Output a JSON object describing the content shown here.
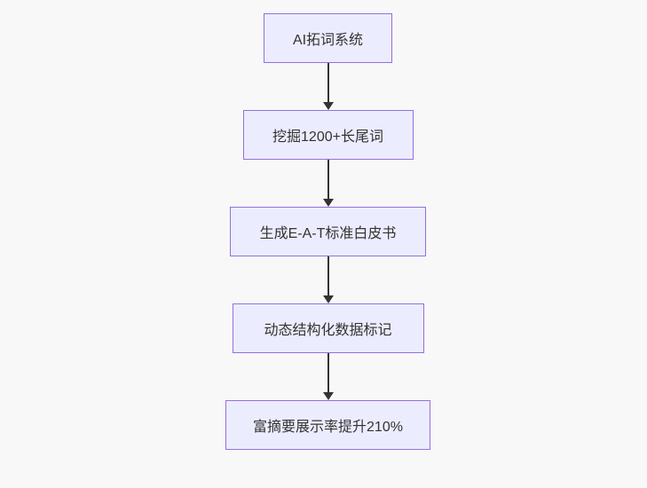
{
  "diagram": {
    "type": "flowchart",
    "direction": "top-down",
    "nodes": [
      {
        "id": "n0",
        "label": "AI拓词系统"
      },
      {
        "id": "n1",
        "label": "挖掘1200+长尾词"
      },
      {
        "id": "n2",
        "label": "生成E-A-T标准白皮书"
      },
      {
        "id": "n3",
        "label": "动态结构化数据标记"
      },
      {
        "id": "n4",
        "label": "富摘要展示率提升210%"
      }
    ],
    "edges": [
      {
        "from": "n0",
        "to": "n1",
        "arrow": "down"
      },
      {
        "from": "n1",
        "to": "n2",
        "arrow": "down"
      },
      {
        "from": "n2",
        "to": "n3",
        "arrow": "down"
      },
      {
        "from": "n3",
        "to": "n4",
        "arrow": "down"
      }
    ],
    "colors": {
      "background": "#f8f8f8",
      "node_fill": "#ECECFF",
      "node_border": "#9370DB",
      "node_text": "#333333",
      "arrow": "#333333"
    }
  }
}
